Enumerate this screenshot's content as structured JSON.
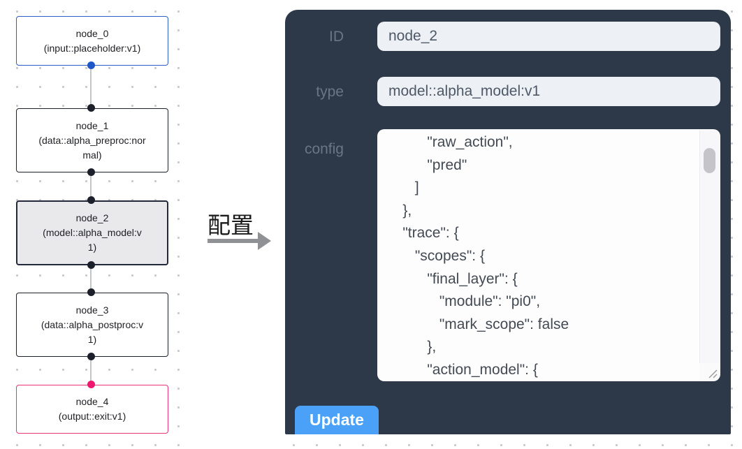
{
  "flow": {
    "nodes": [
      {
        "name": "node_0",
        "type_label": "(input::placeholder:v1)",
        "role": "input"
      },
      {
        "name": "node_1",
        "type_label": "(data::alpha_preproc:normal)",
        "role": "default"
      },
      {
        "name": "node_2",
        "type_label": "(model::alpha_model:v1)",
        "role": "selected"
      },
      {
        "name": "node_3",
        "type_label": "(data::alpha_postproc:v1)",
        "role": "default"
      },
      {
        "name": "node_4",
        "type_label": "(output::exit:v1)",
        "role": "output"
      }
    ]
  },
  "annotation": {
    "label": "配置"
  },
  "panel": {
    "id": {
      "label": "ID",
      "value": "node_2"
    },
    "type": {
      "label": "type",
      "value": "model::alpha_model:v1"
    },
    "config": {
      "label": "config",
      "value": "          \"raw_action\",\n          \"pred\"\n       ]\n    },\n    \"trace\": {\n       \"scopes\": {\n          \"final_layer\": {\n             \"module\": \"pi0\",\n             \"mark_scope\": false\n          },\n          \"action_model\": {"
    },
    "update_label": "Update"
  },
  "colors": {
    "panel_bg": "#2d3848",
    "accent_blue": "#4ba1f8",
    "input_node_border": "#2e5ec4",
    "output_node_border": "#ea3478",
    "selected_node_bg": "#e9e9ec",
    "port_dark": "#1c202b",
    "port_blue": "#1e57c9",
    "port_pink": "#f0156f"
  }
}
